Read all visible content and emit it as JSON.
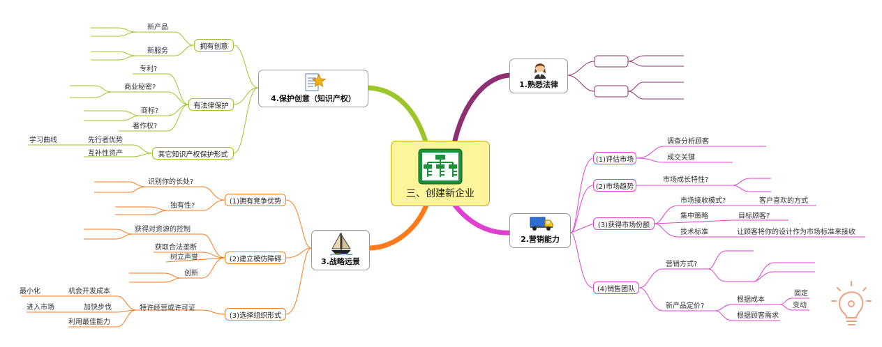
{
  "center": {
    "title": "三、创建新企业"
  },
  "colors": {
    "olive": "#9cc52a",
    "purple": "#8e2f72",
    "magenta": "#e040d0",
    "orange": "#ff7a1a"
  },
  "law": {
    "title": "1.熟悉法律",
    "icon": "lawyer-icon"
  },
  "marketing": {
    "title": "2.营销能力",
    "icon": "delivery-truck-icon",
    "assess": {
      "label": "(1)评估市场",
      "items": [
        "调查分析顾客",
        "成交关键"
      ]
    },
    "trend": {
      "label": "(2)市场趋势",
      "items": [
        "市场成长特性?"
      ]
    },
    "share": {
      "label": "(3)获得市场份额",
      "accept": {
        "label": "市场接收模式?",
        "child": "客户喜欢的方式"
      },
      "focus": {
        "label": "集中策略",
        "child": "目标顾客?"
      },
      "tech": {
        "label": "技术标准",
        "child": "让顾客将你的设计作为市场标准来接收"
      }
    },
    "team": {
      "label": "(4)销售团队",
      "method": "营销方式?",
      "pricing": {
        "label": "新产品定价?",
        "cost": "根据成本",
        "fixed": "固定",
        "variable": "变动",
        "demand": "根据顾客需求"
      }
    }
  },
  "strategy": {
    "title": "3.战略远景",
    "icon": "sailboat-icon",
    "advantage": {
      "label": "(1)拥有竞争优势",
      "items": [
        "识别你的长处?",
        "独有性?"
      ]
    },
    "barrier": {
      "label": "(2)建立模仿障碍",
      "items": [
        "获得对资源的控制",
        "获取合法垄断",
        "树立声誉",
        "创新"
      ]
    },
    "org": {
      "label": "(3)选择组织形式",
      "franchise": "特许经营或许可证",
      "items": [
        {
          "label": "机会开发成本",
          "child": "最小化"
        },
        {
          "label": "加快步伐",
          "child": "进入市场"
        },
        {
          "label": "利用最佳能力",
          "child": ""
        }
      ]
    }
  },
  "protect": {
    "title": "4.保护创意（知识产权）",
    "icon": "document-star-icon",
    "own": {
      "label": "拥有创意",
      "items": [
        "新产品",
        "新服务"
      ]
    },
    "legal": {
      "label": "有法律保护",
      "items": [
        "专利?",
        "商业秘密?",
        "商标?",
        "著作权?"
      ]
    },
    "other": {
      "label": "其它知识产权保护形式",
      "first": {
        "label": "先行者优势",
        "child": "学习曲线"
      },
      "second": {
        "label": "互补性资产"
      }
    }
  }
}
